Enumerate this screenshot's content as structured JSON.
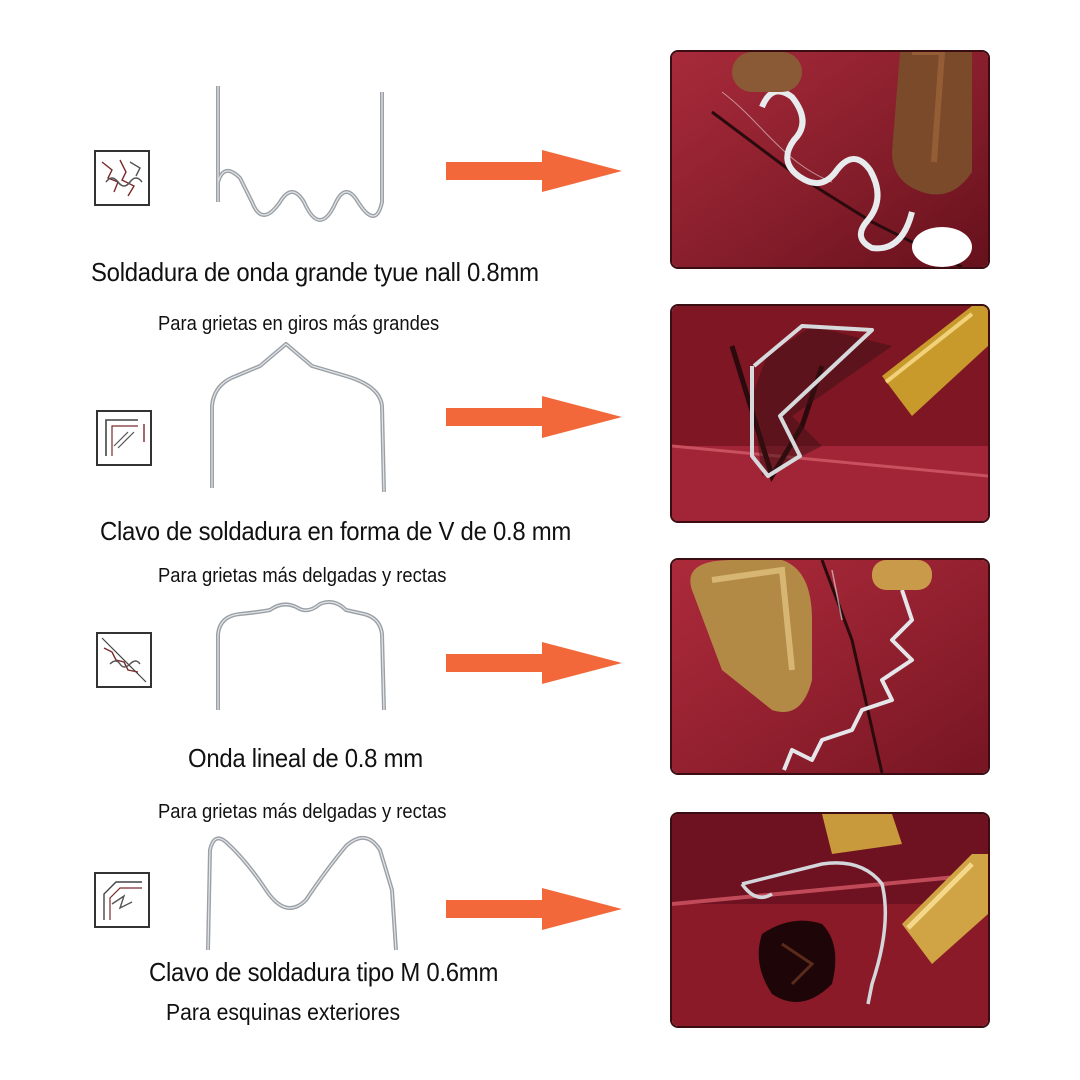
{
  "items": [
    {
      "title": "Soldadura de onda grande tyue nall 0.8mm",
      "subtitle": "Para grietas en giros más grandes",
      "icon": "crack-wave-icon"
    },
    {
      "title": "Clavo de soldadura en forma de V de 0.8 mm",
      "subtitle": "Para grietas más delgadas y rectas",
      "icon": "corner-v-icon"
    },
    {
      "title": "Onda lineal de 0.8 mm",
      "subtitle": "Para grietas más delgadas y rectas",
      "icon": "diagonal-crack-icon"
    },
    {
      "title": "Clavo de soldadura tipo M 0.6mm",
      "subtitle": "Para esquinas exteriores",
      "icon": "outer-corner-icon"
    }
  ],
  "colors": {
    "arrow": "#f2683a",
    "photo_bg": "#8e1b2a",
    "wire": "#b9bdc2"
  }
}
